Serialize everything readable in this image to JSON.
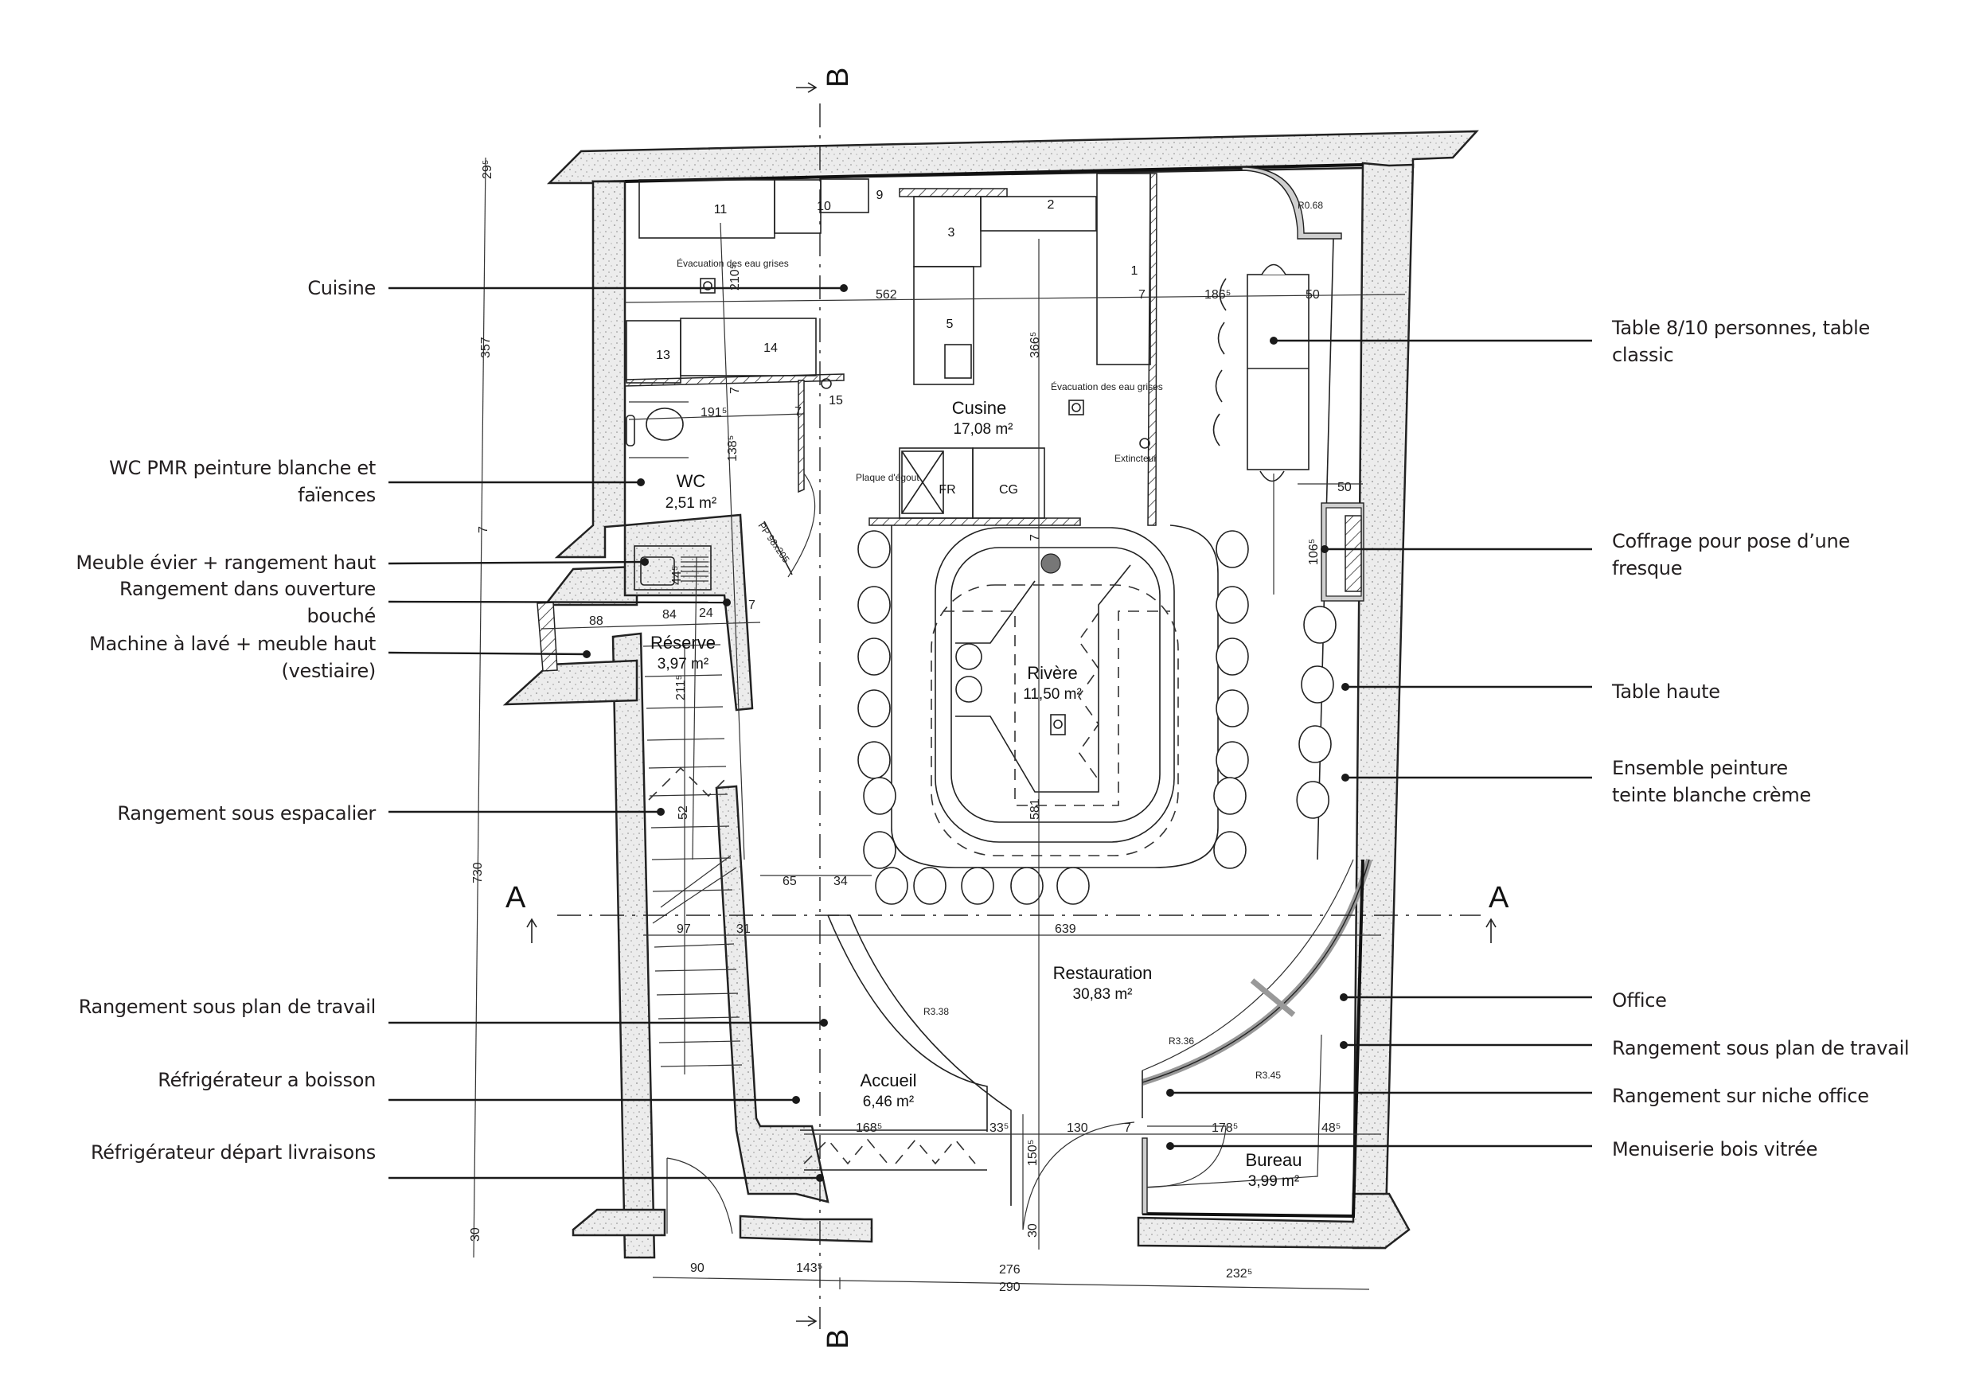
{
  "title": "Plan d'aménagement – rez-de-chaussée",
  "rooms": [
    {
      "id": "cuisine",
      "name": "Cusine",
      "area": "17,08 m²"
    },
    {
      "id": "wc",
      "name": "WC",
      "area": "2,51 m²"
    },
    {
      "id": "reserve",
      "name": "Réserve",
      "area": "3,97 m²"
    },
    {
      "id": "riviere",
      "name": "Rivère",
      "area": "11,50 m²"
    },
    {
      "id": "restauration",
      "name": "Restauration",
      "area": "30,83 m²"
    },
    {
      "id": "accueil",
      "name": "Accueil",
      "area": "6,46 m²"
    },
    {
      "id": "bureau",
      "name": "Bureau",
      "area": "3,99 m²"
    }
  ],
  "equipment_numbers": [
    "1",
    "2",
    "3",
    "5",
    "9",
    "10",
    "11",
    "13",
    "14",
    "15"
  ],
  "equipment_tags": {
    "fr": "FR",
    "cg": "CG"
  },
  "annotations": {
    "evacuation_1": "Évacuation des eau grises",
    "evacuation_2": "Évacuation des eau grises",
    "plaque": "Plaque d'égout",
    "extincteur": "Extincteur",
    "door_pp": "PP 98x205",
    "r068": "R0.68",
    "r338": "R3.38",
    "r336": "R3.36",
    "r345": "R3.45"
  },
  "dimensions": {
    "d562": "562",
    "d7a": "7",
    "d1865": "186⁵",
    "d50a": "50",
    "d50b": "50",
    "d1065": "106⁵",
    "d3665": "366⁵",
    "d2105": "210⁵",
    "d1915": "191⁵",
    "d7b": "7",
    "d7c": "7",
    "d1385": "138⁵",
    "d88": "88",
    "d84": "84",
    "d24": "24",
    "d7d": "7",
    "d445": "44⁵",
    "d2115": "211⁵",
    "d52": "52",
    "d65": "65",
    "d34": "34",
    "d97": "97",
    "d31": "31",
    "d639": "639",
    "d581": "581",
    "d7e": "7",
    "d1685": "168⁵",
    "d335": "33⁵",
    "d1505": "150⁵",
    "d130": "130",
    "d7f": "7",
    "d1785": "178⁵",
    "d485": "48⁵",
    "d30a": "30",
    "d90": "90",
    "d1435": "143⁵",
    "d276": "276",
    "d290": "290",
    "d2325": "232⁵",
    "v295": "29⁵",
    "v357": "357",
    "v7": "7",
    "v730": "730",
    "v30": "30"
  },
  "sections": {
    "a_left": "A",
    "a_right": "A",
    "b_top": "B",
    "b_bottom": "B"
  },
  "legend_left": [
    {
      "text": "Cuisine"
    },
    {
      "text": "WC PMR peinture blanche et\nfaïences"
    },
    {
      "text": "Meuble évier + rangement haut"
    },
    {
      "text": "Rangement dans ouverture\nbouché"
    },
    {
      "text": "Machine à lavé + meuble haut\n(vestiaire)"
    },
    {
      "text": "Rangement sous espacalier"
    },
    {
      "text": "Rangement sous plan de travail"
    },
    {
      "text": "Réfrigérateur a boisson"
    },
    {
      "text": "Réfrigérateur départ livraisons"
    }
  ],
  "legend_right": [
    {
      "text": "Table 8/10 personnes, table\nclassic"
    },
    {
      "text": "Coffrage pour pose d’une\nfresque"
    },
    {
      "text": "Table haute"
    },
    {
      "text": "Ensemble peinture\nteinte blanche crème"
    },
    {
      "text": "Office"
    },
    {
      "text": "Rangement sous plan de travail"
    },
    {
      "text": "Rangement sur niche office"
    },
    {
      "text": "Menuiserie bois vitrée"
    }
  ],
  "colors": {
    "ink": "#231f20",
    "wall_fill": "#e6e6e6",
    "glazing": "#cfcfcf",
    "marker": "#777777"
  }
}
